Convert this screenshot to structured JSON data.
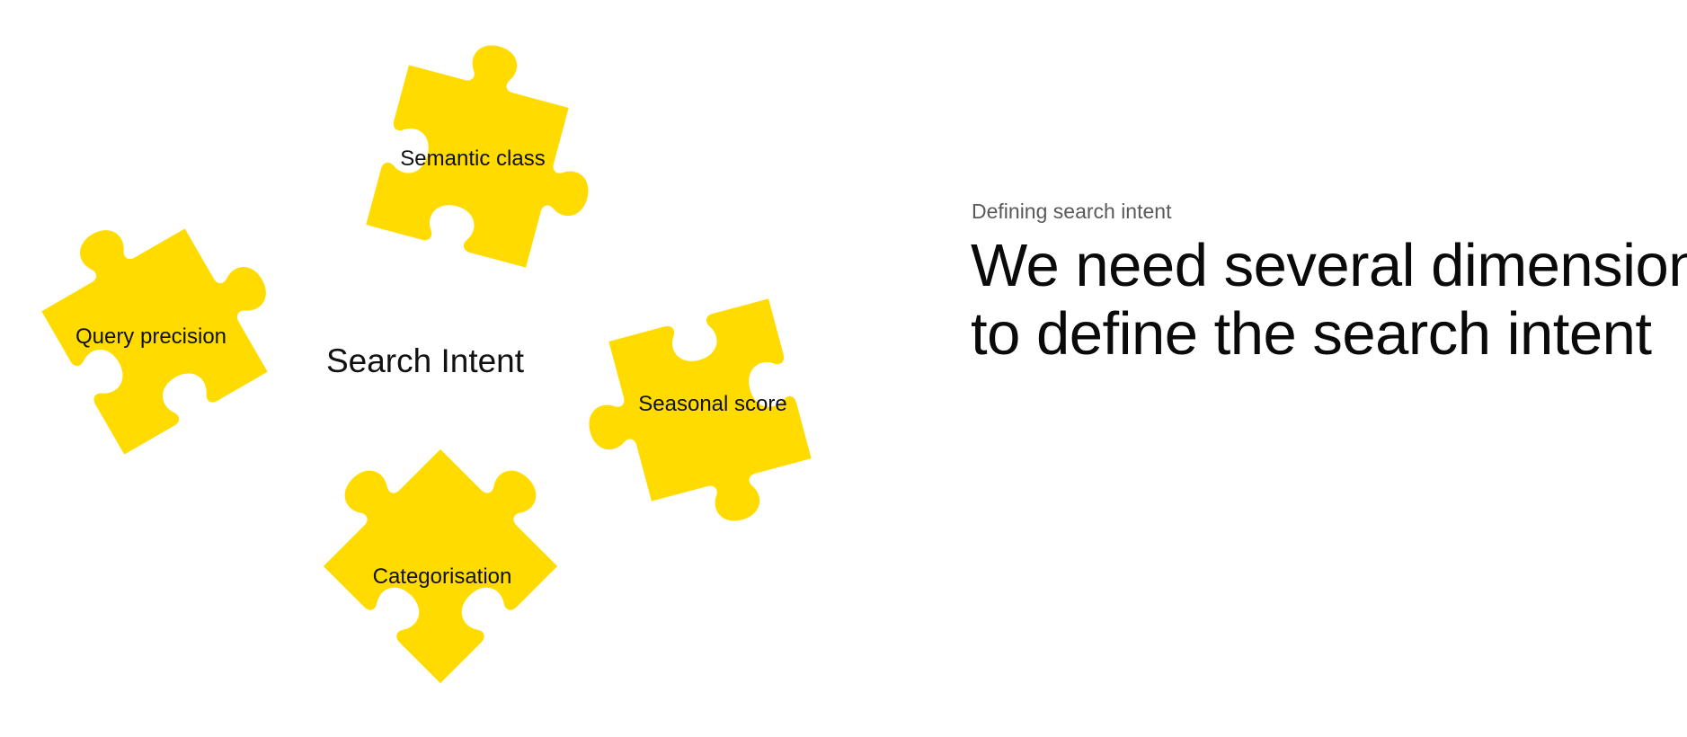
{
  "diagram": {
    "center_label": "Search Intent",
    "pieces": [
      {
        "id": "semantic-class",
        "label": "Semantic class"
      },
      {
        "id": "query-precision",
        "label": "Query precision"
      },
      {
        "id": "seasonal-score",
        "label": "Seasonal score"
      },
      {
        "id": "categorisation",
        "label": "Categorisation"
      }
    ],
    "piece_color": "#FFDB00"
  },
  "text_panel": {
    "kicker": "Defining search intent",
    "headline_lines": [
      "We need several dimensions",
      "to define the search intent"
    ]
  }
}
